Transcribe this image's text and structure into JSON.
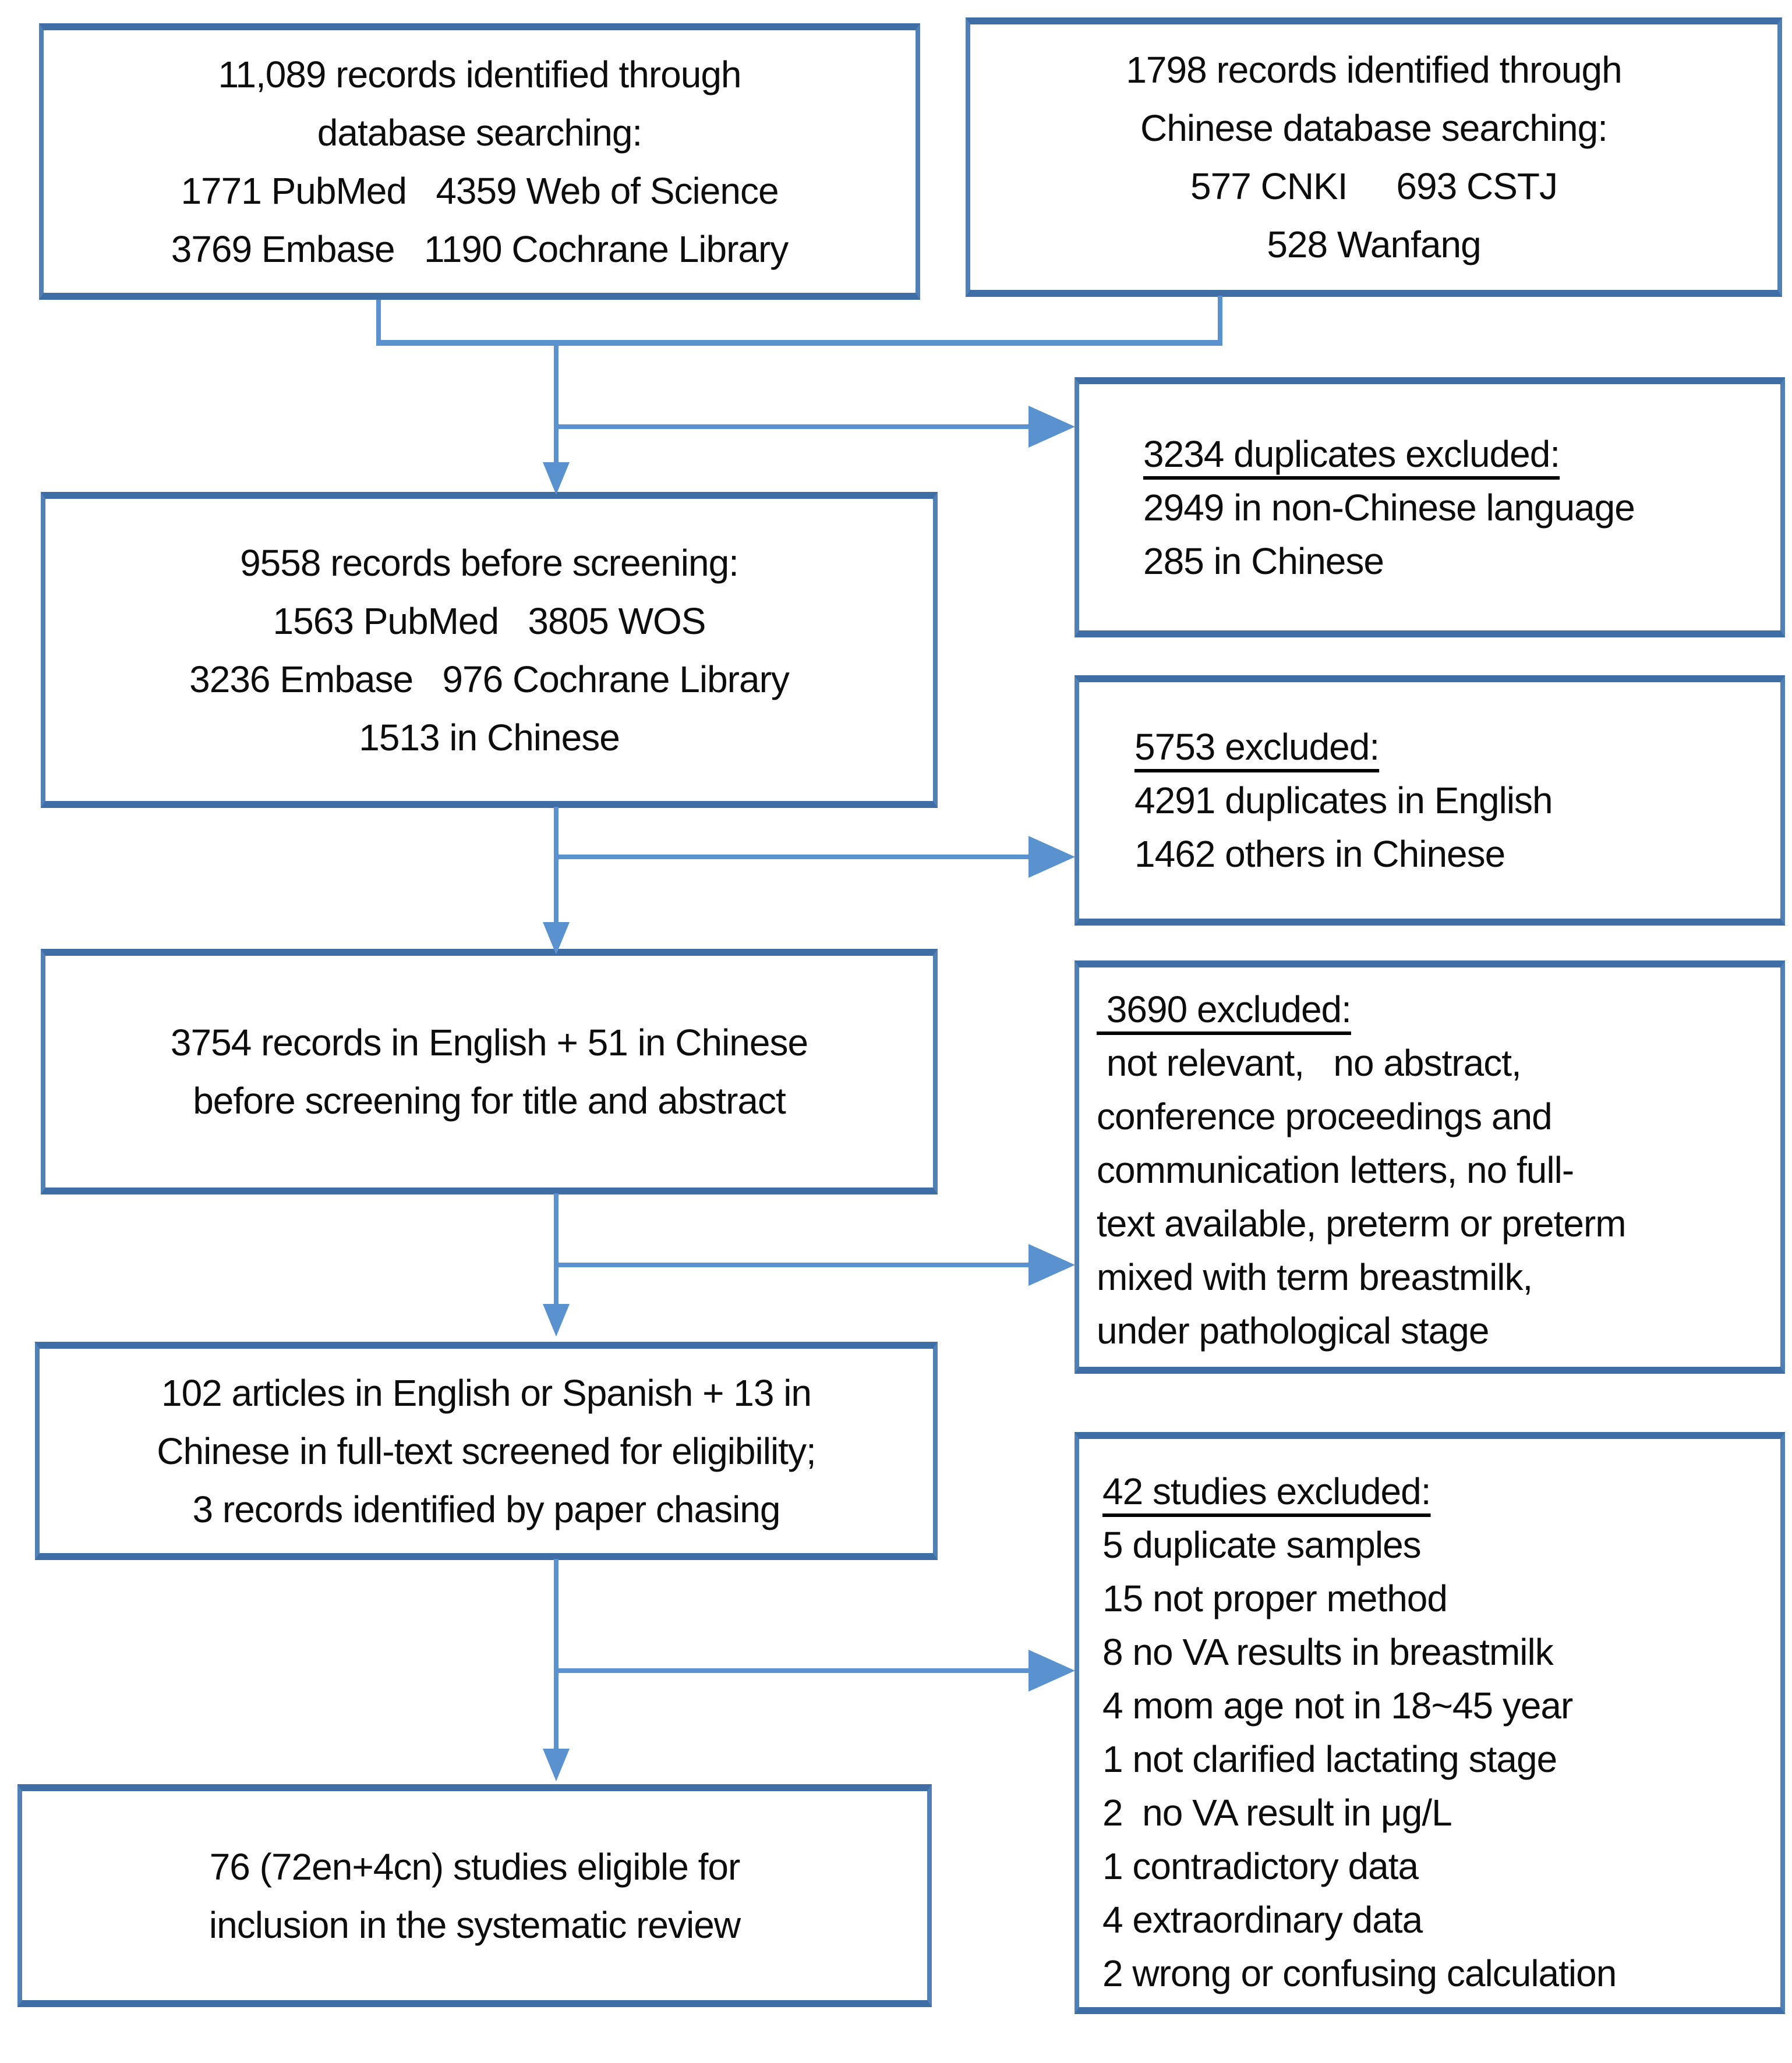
{
  "title": "PRISMA-style study selection flow diagram",
  "colors": {
    "box_border": "#3f6da6",
    "box_border_side": "#5080b6",
    "arrow": "#5a91cf",
    "text": "#0d0d0d"
  },
  "boxes": {
    "identified_database": {
      "lines": [
        "11,089 records identified through",
        "database searching:",
        "1771 PubMed   4359 Web of Science",
        "3769 Embase   1190 Cochrane Library"
      ]
    },
    "identified_chinese": {
      "lines": [
        "1798 records identified through",
        "Chinese database searching:",
        "577 CNKI     693 CSTJ",
        "528 Wanfang"
      ]
    },
    "before_screening": {
      "lines": [
        "9558 records before screening:",
        "1563 PubMed   3805 WOS",
        "3236 Embase   976 Cochrane Library",
        "1513 in Chinese"
      ]
    },
    "title_abstract": {
      "lines": [
        "3754 records in English + 51 in Chinese",
        "before screening for title and abstract"
      ]
    },
    "fulltext": {
      "lines": [
        "102 articles in English or Spanish + 13 in",
        "Chinese in full-text screened for eligibility;",
        "3 records identified by paper chasing"
      ]
    },
    "eligible": {
      "lines": [
        "76 (72en+4cn) studies eligible for",
        "inclusion in the systematic review"
      ]
    },
    "excluded_duplicates": {
      "heading": "3234 duplicates excluded:",
      "lines": [
        "2949 in non-Chinese language",
        "285 in Chinese"
      ]
    },
    "excluded_5753": {
      "heading": "5753 excluded:",
      "lines": [
        "4291 duplicates in English",
        "1462 others in Chinese"
      ]
    },
    "excluded_3690": {
      "heading": " 3690 excluded:",
      "lines": [
        " not relevant,   no abstract,",
        "conference proceedings and",
        "communication letters, no full-",
        "text available, preterm or preterm",
        "mixed with term breastmilk,",
        "under pathological stage"
      ]
    },
    "excluded_42": {
      "heading": "42 studies excluded:",
      "lines": [
        "5 duplicate samples",
        "15 not proper method",
        "8 no VA results in breastmilk",
        "4 mom age not in 18~45 year",
        "1 not clarified lactating stage",
        "2  no VA result in μg/L",
        "1 contradictory data",
        "4 extraordinary data",
        "2 wrong or confusing calculation"
      ]
    }
  }
}
